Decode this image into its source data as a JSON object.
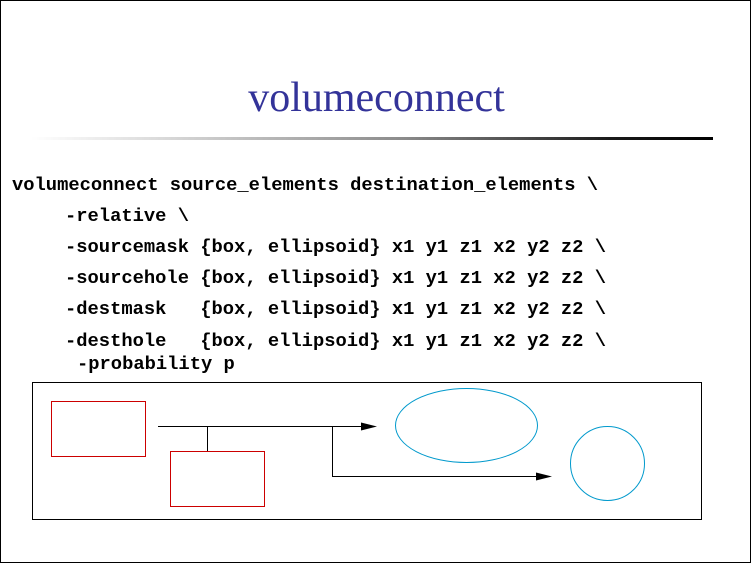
{
  "slide": {
    "title": "volumeconnect",
    "code_lines": [
      "volumeconnect source_elements destination_elements \\",
      "-relative \\",
      "-sourcemask {box, ellipsoid} x1 y1 z1 x2 y2 z2 \\",
      "-sourcehole {box, ellipsoid} x1 y1 z1 x2 y2 z2 \\",
      "-destmask   {box, ellipsoid} x1 y1 z1 x2 y2 z2 \\",
      "-desthole   {box, ellipsoid} x1 y1 z1 x2 y2 z2 \\",
      "-probability p"
    ]
  },
  "colors": {
    "title": "#333399",
    "box_outline": "#cc0000",
    "ellipse_outline": "#0099cc",
    "line": "#000000"
  }
}
